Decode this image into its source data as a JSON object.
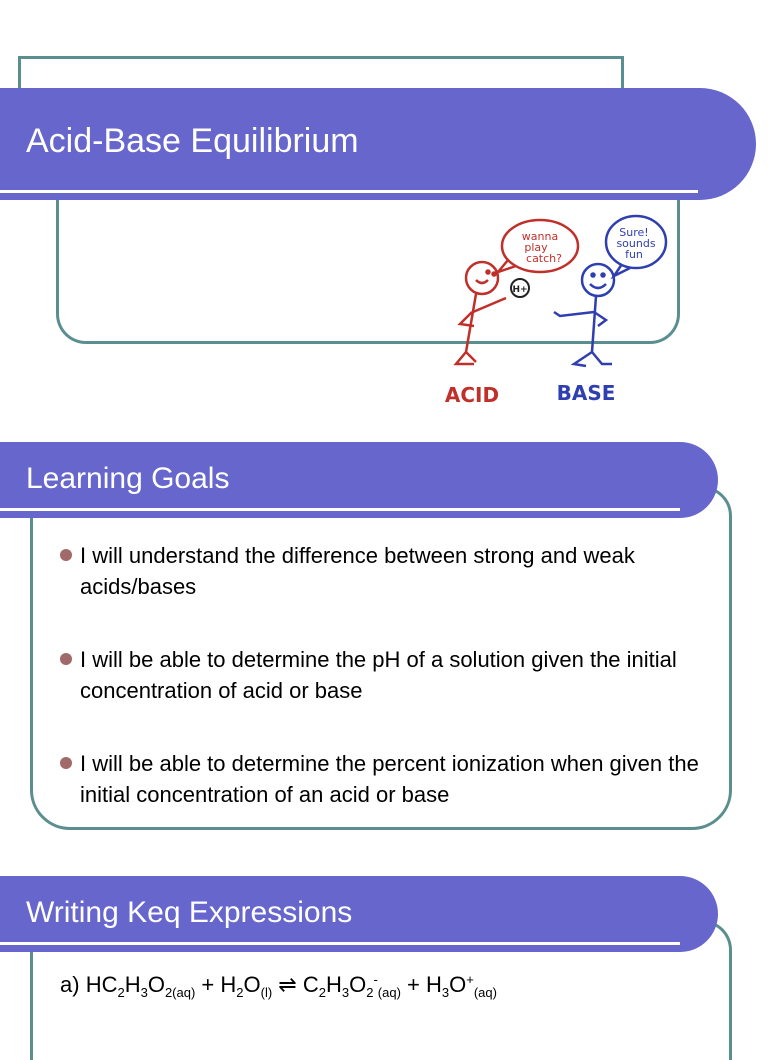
{
  "slide1": {
    "title": "Acid-Base Equilibrium"
  },
  "cartoon": {
    "acid_bubble": [
      "wanna",
      "play",
      "catch?"
    ],
    "base_bubble": [
      "Sure!",
      "sounds",
      "fun"
    ],
    "ball_label": "H+",
    "acid_label": "ACID",
    "base_label": "BASE",
    "colors": {
      "acid": "#c0302a",
      "base": "#2f3fb0"
    }
  },
  "slide2": {
    "title": "Learning Goals",
    "goals": [
      "I will understand the difference between strong and weak acids/bases",
      "I will be able to determine the pH of a solution given the initial concentration of acid or base",
      "I will be able to determine the percent ionization when given the initial concentration of an acid or base"
    ]
  },
  "slide3": {
    "title": "Writing Keq Expressions",
    "equation": {
      "prefix": "a) ",
      "parts": [
        {
          "t": "HC"
        },
        {
          "sub": "2"
        },
        {
          "t": "H"
        },
        {
          "sub": "3"
        },
        {
          "t": "O"
        },
        {
          "sub": "2(aq)"
        },
        {
          "t": " + H"
        },
        {
          "sub": "2"
        },
        {
          "t": "O"
        },
        {
          "sub": "(l)"
        },
        {
          "t": " ⇌ C"
        },
        {
          "sub": "2"
        },
        {
          "t": "H"
        },
        {
          "sub": "3"
        },
        {
          "t": "O"
        },
        {
          "sub": "2"
        },
        {
          "sup": "-"
        },
        {
          "sub": "(aq)"
        },
        {
          "t": " + H"
        },
        {
          "sub": "3"
        },
        {
          "t": "O"
        },
        {
          "sup": "+"
        },
        {
          "sub": "(aq)"
        }
      ]
    }
  },
  "theme": {
    "band": "#6666cc",
    "frame": "#5b8f8f",
    "bullet": "#a06a6a"
  }
}
